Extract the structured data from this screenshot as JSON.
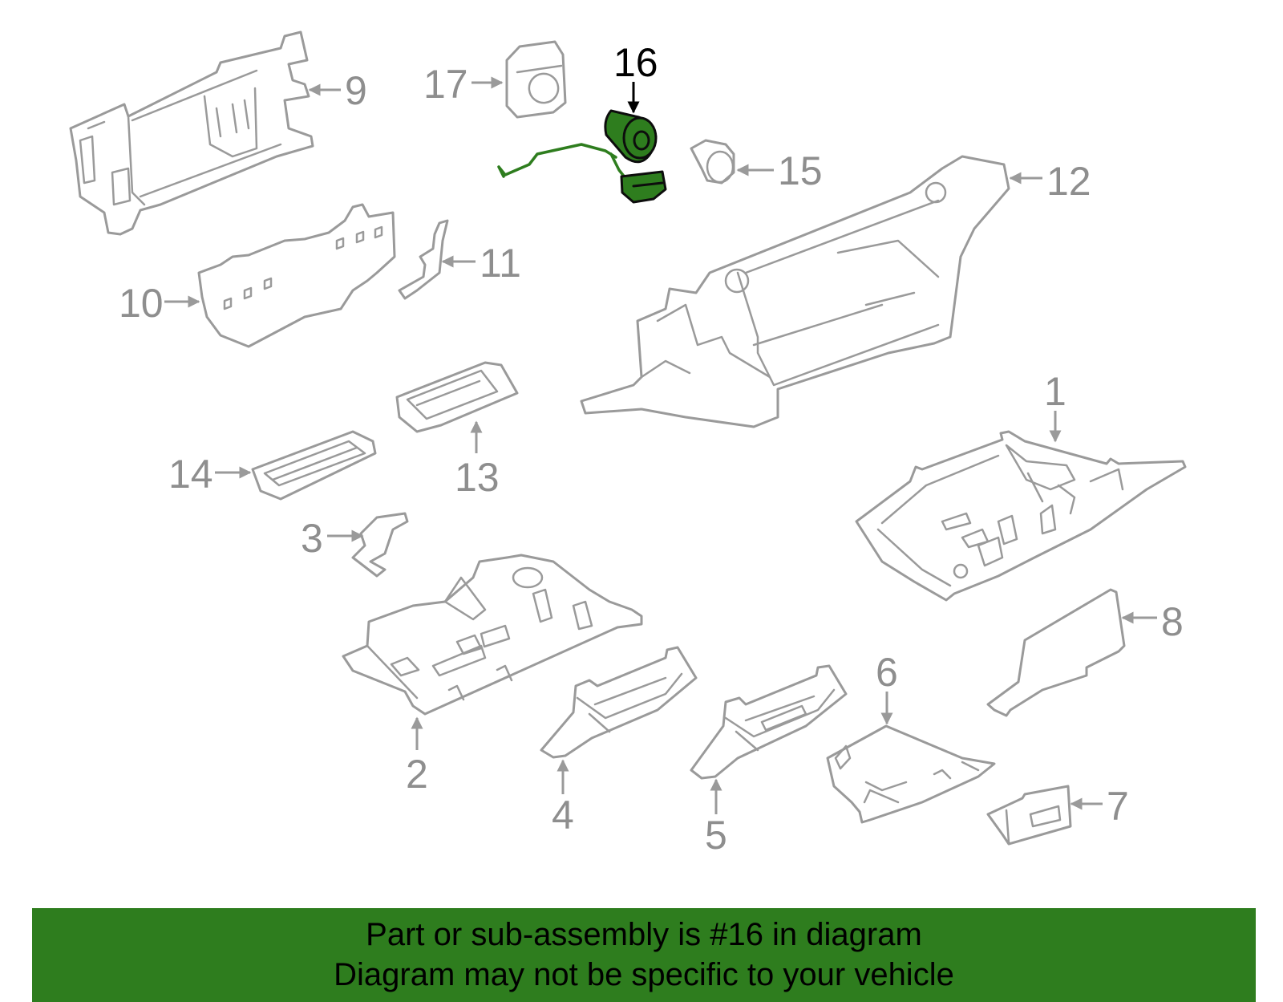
{
  "diagram": {
    "highlighted_part": "16",
    "callouts": {
      "p1": "1",
      "p2": "2",
      "p3": "3",
      "p4": "4",
      "p5": "5",
      "p6": "6",
      "p7": "7",
      "p8": "8",
      "p9": "9",
      "p10": "10",
      "p11": "11",
      "p12": "12",
      "p13": "13",
      "p14": "14",
      "p15": "15",
      "p16": "16",
      "p17": "17"
    },
    "colors": {
      "highlight": "#2e7d1e",
      "part_outline": "#9a9a9a",
      "callout_text": "#8e8e8e",
      "highlight_callout_text": "#000000"
    }
  },
  "caption": {
    "line1": "Part or sub-assembly is #16 in diagram",
    "line2": "Diagram may not be specific to your vehicle"
  }
}
